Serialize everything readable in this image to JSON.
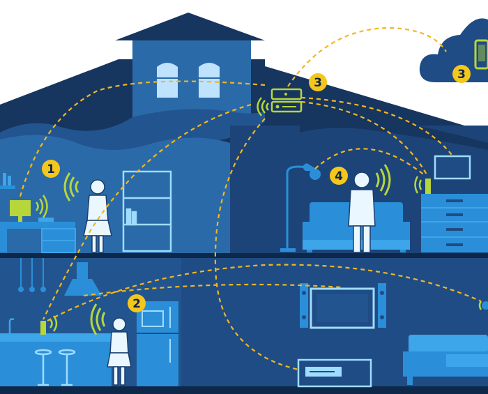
{
  "colors": {
    "background": "#ffffff",
    "house_dark": "#1d4479",
    "house_mid": "#2b6aa8",
    "wall": "#22558f",
    "roof": "#16355f",
    "floor_line": "#0d2849",
    "furniture": "#2a8fd8",
    "furniture_light": "#3da5ea",
    "outline": "#9fdcff",
    "person_fill": "#eaf7ff",
    "person_stroke": "#1a3f6e",
    "accent_yellow": "#f5c61c",
    "device_green": "#b7d63a",
    "dash": "#f2b81e",
    "cloud": "#1f4c84"
  },
  "badges": [
    {
      "id": "badge-1",
      "label": "1"
    },
    {
      "id": "badge-2",
      "label": "2"
    },
    {
      "id": "badge-3-house",
      "label": "3"
    },
    {
      "id": "badge-3-cloud",
      "label": "3"
    },
    {
      "id": "badge-4",
      "label": "4"
    }
  ],
  "icons": [
    "cloud-icon",
    "smartphone-icon",
    "router-icon",
    "wireless-signal-icon",
    "person-icon",
    "tv-icon",
    "lamp-icon",
    "sofa-icon",
    "bookshelf-icon",
    "refrigerator-icon",
    "desk-icon",
    "speaker-icon",
    "range-hood-icon",
    "kitchen-counter-icon",
    "media-player-icon",
    "dresser-icon"
  ]
}
